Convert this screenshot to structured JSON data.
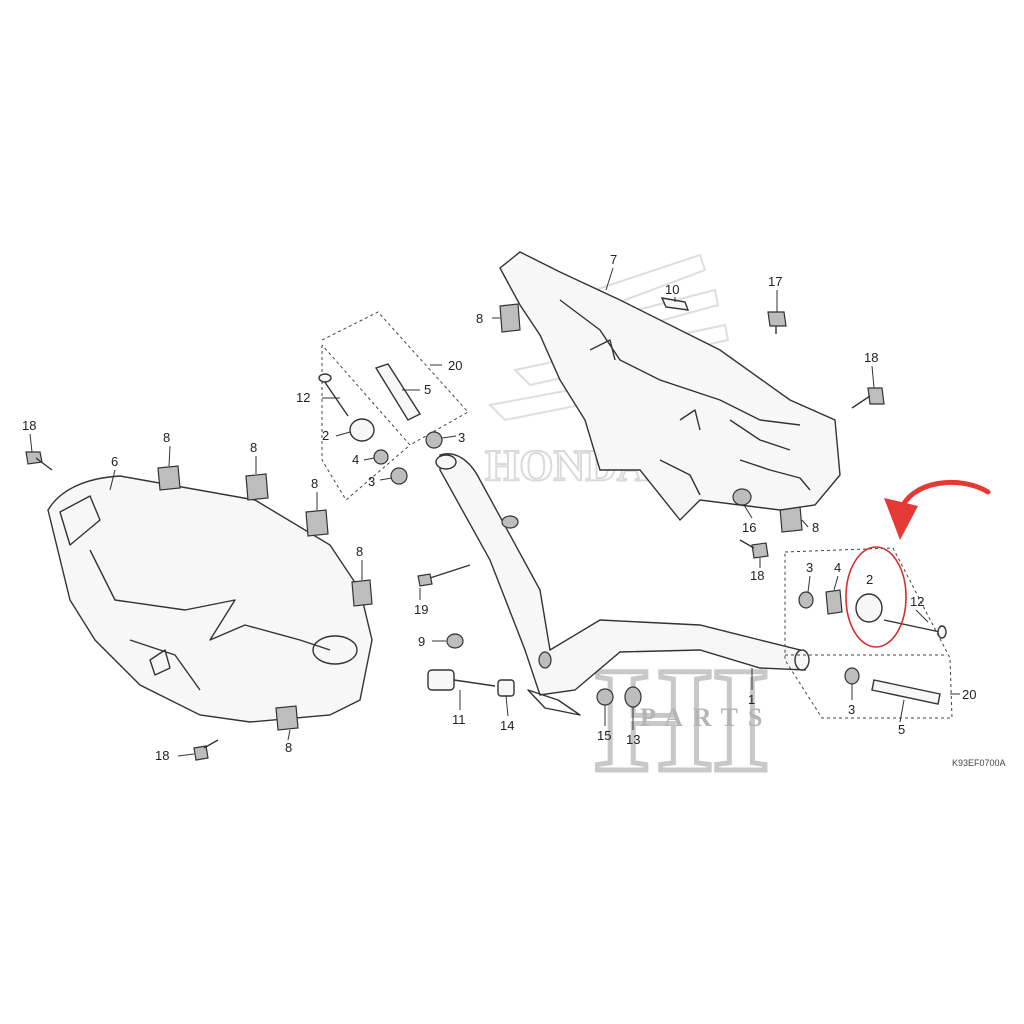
{
  "diagram": {
    "drawing_code": "K93EF0700A",
    "callouts": [
      {
        "id": "c18a",
        "label": "18"
      },
      {
        "id": "c6",
        "label": "6"
      },
      {
        "id": "c8a",
        "label": "8"
      },
      {
        "id": "c8b",
        "label": "8"
      },
      {
        "id": "c8c",
        "label": "8"
      },
      {
        "id": "c8d",
        "label": "8"
      },
      {
        "id": "c8e",
        "label": "8"
      },
      {
        "id": "c18b",
        "label": "18"
      },
      {
        "id": "c12a",
        "label": "12"
      },
      {
        "id": "c2a",
        "label": "2"
      },
      {
        "id": "c4a",
        "label": "4"
      },
      {
        "id": "c3a",
        "label": "3"
      },
      {
        "id": "c3b",
        "label": "3"
      },
      {
        "id": "c5a",
        "label": "5"
      },
      {
        "id": "c20a",
        "label": "20"
      },
      {
        "id": "c19",
        "label": "19"
      },
      {
        "id": "c9",
        "label": "9"
      },
      {
        "id": "c11",
        "label": "11"
      },
      {
        "id": "c14",
        "label": "14"
      },
      {
        "id": "c15",
        "label": "15"
      },
      {
        "id": "c13",
        "label": "13"
      },
      {
        "id": "c1",
        "label": "1"
      },
      {
        "id": "c7",
        "label": "7"
      },
      {
        "id": "c8f",
        "label": "8"
      },
      {
        "id": "c10",
        "label": "10"
      },
      {
        "id": "c17",
        "label": "17"
      },
      {
        "id": "c18c",
        "label": "18"
      },
      {
        "id": "c16",
        "label": "16"
      },
      {
        "id": "c8g",
        "label": "8"
      },
      {
        "id": "c18d",
        "label": "18"
      },
      {
        "id": "c3c",
        "label": "3"
      },
      {
        "id": "c4b",
        "label": "4"
      },
      {
        "id": "c2b",
        "label": "2"
      },
      {
        "id": "c12b",
        "label": "12"
      },
      {
        "id": "c20b",
        "label": "20"
      },
      {
        "id": "c3d",
        "label": "3"
      },
      {
        "id": "c5b",
        "label": "5"
      }
    ]
  },
  "watermark": {
    "brand": "HI",
    "sub": "PARTS",
    "honda_text": "HONDA"
  },
  "highlight": {
    "circle_color": "#d32f2f",
    "arrow_color": "#e53935"
  }
}
